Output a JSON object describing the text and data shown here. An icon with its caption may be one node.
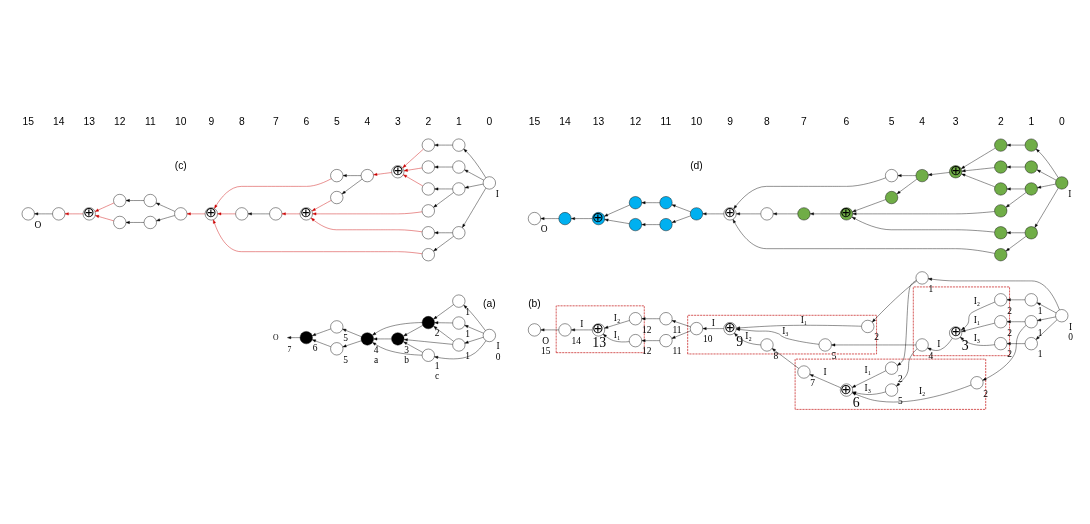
{
  "diagram": {
    "nodes": [
      {
        "text": [],
        "shape": "circle",
        "beside": [
          "I",
          "0"
        ]
      },
      {
        "text": [],
        "shape": "circle",
        "beside": [
          "1",
          "c"
        ]
      },
      {
        "text": [],
        "shape": "circle",
        "beside": [
          "1"
        ]
      },
      {
        "text": [],
        "shape": "circle",
        "beside": [
          "1"
        ]
      },
      {
        "text": [],
        "shape": "circle",
        "beside": [
          "1"
        ]
      },
      {
        "text": [],
        "shape": "circle",
        "beside": [
          "2"
        ]
      },
      {
        "text": [],
        "shape": "circle",
        "beside": [
          "3",
          "b"
        ]
      },
      {
        "text": [],
        "shape": "circle",
        "beside": [
          "4",
          "a"
        ]
      },
      {
        "text": [],
        "shape": "circle",
        "beside": [
          "5"
        ]
      },
      {
        "text": [],
        "shape": "circle",
        "beside": [
          "5"
        ]
      },
      {
        "text": [],
        "shape": "circle",
        "beside": [
          "6"
        ]
      },
      {
        "text": [
          "O"
        ],
        "beside": [
          "7"
        ]
      },
      {
        "text": [],
        "shape": "circle",
        "beside": [
          "I",
          "0"
        ]
      },
      {
        "text": [],
        "shape": "circle",
        "beside": [
          "1"
        ]
      },
      {
        "text": [],
        "shape": "circle",
        "beside": [
          "1"
        ]
      },
      {
        "text": [],
        "shape": "circle",
        "beside": [
          "1"
        ]
      },
      {
        "text": [],
        "shape": "circle",
        "beside": [
          "1"
        ]
      },
      {
        "text": [],
        "shape": "box"
      },
      {
        "text": [],
        "shape": "circle",
        "beside": [
          "2"
        ],
        "in": 17
      },
      {
        "text": [
          "⊕"
        ],
        "beside": [
          "9"
        ],
        "in": 17
      },
      {
        "text": [],
        "shape": "circle",
        "beside": [
          "8"
        ],
        "in": 17
      },
      {
        "text": [],
        "shape": "circle",
        "beside": [
          "5"
        ],
        "in": 17
      },
      {
        "text": [],
        "shape": "circle",
        "beside": [
          "10"
        ],
        "in": 17
      },
      {
        "text": [],
        "shape": "box"
      },
      {
        "text": [],
        "shape": "circle",
        "beside": [
          "7"
        ],
        "in": 23
      },
      {
        "text": [
          "⊕"
        ],
        "beside": [
          "6"
        ],
        "in": 23
      },
      {
        "text": [],
        "shape": "circle",
        "beside": [
          "2"
        ],
        "in": 23
      },
      {
        "text": [],
        "shape": "circle",
        "beside": [
          "5"
        ],
        "in": 23
      },
      {
        "text": [],
        "shape": "circle",
        "beside": [
          "2"
        ],
        "in": 23
      },
      {
        "text": [],
        "shape": "box"
      },
      {
        "text": [],
        "shape": "circle",
        "beside": [
          "4"
        ],
        "in": 29
      },
      {
        "text": [
          "⊕"
        ],
        "beside": [
          "3"
        ],
        "in": 29
      },
      {
        "text": [],
        "shape": "circle",
        "beside": [
          "2"
        ],
        "in": 29
      },
      {
        "text": [],
        "shape": "circle",
        "beside": [
          "2"
        ],
        "in": 29
      },
      {
        "text": [],
        "shape": "circle",
        "beside": [
          "2"
        ],
        "in": 29
      },
      {
        "text": [],
        "shape": "circle",
        "beside": [
          "11"
        ]
      },
      {
        "text": [],
        "shape": "circle",
        "beside": [
          "11"
        ]
      },
      {
        "text": [],
        "shape": "box"
      },
      {
        "text": [],
        "shape": "circle",
        "beside": [
          "12"
        ],
        "in": 37
      },
      {
        "text": [],
        "shape": "circle",
        "beside": [
          "12"
        ],
        "in": 37
      },
      {
        "text": [
          "⊕"
        ],
        "beside": [
          "13"
        ],
        "in": 37
      },
      {
        "text": [],
        "shape": "circle",
        "beside": [
          "14"
        ],
        "in": 37
      },
      {
        "text": [],
        "shape": "circle",
        "beside": [
          "O",
          "15"
        ]
      },
      {
        "text": [],
        "shape": "circle",
        "beside": [
          "I"
        ]
      },
      {
        "text": [],
        "shape": "circle"
      },
      {
        "text": [],
        "shape": "circle"
      },
      {
        "text": [],
        "shape": "circle"
      },
      {
        "text": [],
        "shape": "circle"
      },
      {
        "text": [],
        "shape": "circle"
      },
      {
        "text": [],
        "shape": "circle"
      },
      {
        "text": [],
        "shape": "circle"
      },
      {
        "text": [],
        "shape": "circle"
      },
      {
        "text": [],
        "shape": "circle"
      },
      {
        "text": [],
        "shape": "circle"
      },
      {
        "text": [
          "⊕"
        ]
      },
      {
        "text": [],
        "shape": "circle"
      },
      {
        "text": [],
        "shape": "circle"
      },
      {
        "text": [],
        "shape": "circle"
      },
      {
        "text": [
          "⊕"
        ]
      },
      {
        "text": [],
        "shape": "circle"
      },
      {
        "text": [],
        "shape": "circle"
      },
      {
        "text": [
          "⊕"
        ]
      },
      {
        "text": [],
        "shape": "circle"
      },
      {
        "text": [],
        "shape": "circle"
      },
      {
        "text": [],
        "shape": "circle"
      },
      {
        "text": [],
        "shape": "circle"
      },
      {
        "text": [],
        "shape": "circle"
      },
      {
        "text": [
          "⊕"
        ]
      },
      {
        "text": [],
        "shape": "circle"
      },
      {
        "text": [],
        "shape": "circle",
        "beside": [
          "O"
        ]
      },
      {
        "text": [],
        "shape": "circle",
        "beside": [
          "I"
        ]
      },
      {
        "text": [],
        "shape": "circle"
      },
      {
        "text": [],
        "shape": "circle"
      },
      {
        "text": [],
        "shape": "circle"
      },
      {
        "text": [],
        "shape": "circle"
      },
      {
        "text": [],
        "shape": "circle"
      },
      {
        "text": [],
        "shape": "circle"
      },
      {
        "text": [],
        "shape": "circle"
      },
      {
        "text": [],
        "shape": "circle"
      },
      {
        "text": [],
        "shape": "circle"
      },
      {
        "text": [],
        "shape": "circle"
      },
      {
        "text": [
          "⊕"
        ]
      },
      {
        "text": [],
        "shape": "circle"
      },
      {
        "text": [],
        "shape": "circle"
      },
      {
        "text": [],
        "shape": "circle"
      },
      {
        "text": [
          "⊕"
        ]
      },
      {
        "text": [],
        "shape": "circle"
      },
      {
        "text": [],
        "shape": "circle"
      },
      {
        "text": [
          "⊕"
        ]
      },
      {
        "text": [],
        "shape": "circle"
      },
      {
        "text": [],
        "shape": "circle"
      },
      {
        "text": [],
        "shape": "circle"
      },
      {
        "text": [],
        "shape": "circle"
      },
      {
        "text": [],
        "shape": "circle"
      },
      {
        "text": [
          "⊕"
        ]
      },
      {
        "text": [],
        "shape": "circle"
      },
      {
        "text": [],
        "shape": "circle",
        "beside": [
          "O"
        ]
      }
    ],
    "edges": [
      {
        "from": 0,
        "to": 1,
        "arrow": "to"
      },
      {
        "from": 0,
        "to": 2,
        "arrow": "to"
      },
      {
        "from": 0,
        "to": 3,
        "arrow": "to"
      },
      {
        "from": 0,
        "to": 4,
        "arrow": "to"
      },
      {
        "from": 1,
        "to": 6,
        "arrow": "to"
      },
      {
        "from": 1,
        "to": 7,
        "arrow": "to"
      },
      {
        "from": 2,
        "to": 6,
        "arrow": "to"
      },
      {
        "from": 2,
        "to": 5,
        "arrow": "to"
      },
      {
        "from": 3,
        "to": 5,
        "arrow": "to"
      },
      {
        "from": 4,
        "to": 5,
        "arrow": "to"
      },
      {
        "from": 5,
        "to": 6,
        "arrow": "to"
      },
      {
        "from": 5,
        "to": 7,
        "arrow": "to"
      },
      {
        "from": 6,
        "to": 7,
        "arrow": "to"
      },
      {
        "from": 7,
        "to": 8,
        "arrow": "to"
      },
      {
        "from": 7,
        "to": 9,
        "arrow": "to"
      },
      {
        "from": 8,
        "to": 10,
        "arrow": "to"
      },
      {
        "from": 9,
        "to": 10,
        "arrow": "to"
      },
      {
        "from": 10,
        "to": 11,
        "arrow": "to"
      },
      {
        "from": 12,
        "to": 13,
        "arrow": "to"
      },
      {
        "from": 12,
        "to": 14,
        "arrow": "to"
      },
      {
        "from": 12,
        "to": 15,
        "arrow": "to"
      },
      {
        "from": 12,
        "to": 16,
        "arrow": "to"
      },
      {
        "from": 13,
        "to": 18,
        "arrow": "to"
      },
      {
        "from": 13,
        "to": 26,
        "arrow": "to"
      },
      {
        "from": 14,
        "to": 28,
        "arrow": "to"
      },
      {
        "from": 14,
        "to": 32,
        "arrow": "to"
      },
      {
        "from": 15,
        "to": 33,
        "arrow": "to"
      },
      {
        "from": 16,
        "to": 34,
        "arrow": "to"
      },
      {
        "from": 18,
        "to": 19,
        "arrow": "to",
        "label": "I₁"
      },
      {
        "from": 20,
        "to": 19,
        "arrow": "to",
        "label": "I₂"
      },
      {
        "from": 21,
        "to": 19,
        "arrow": "to",
        "label": "I₃"
      },
      {
        "from": 19,
        "to": 22,
        "arrow": "to",
        "label": "I"
      },
      {
        "from": 26,
        "to": 25,
        "arrow": "to",
        "label": "I₁"
      },
      {
        "from": 28,
        "to": 25,
        "arrow": "to",
        "label": "I₂"
      },
      {
        "from": 27,
        "to": 25,
        "arrow": "to",
        "label": "I₃"
      },
      {
        "from": 25,
        "to": 24,
        "arrow": "to",
        "label": "I"
      },
      {
        "from": 24,
        "to": 20,
        "arrow": "to"
      },
      {
        "from": 32,
        "to": 31,
        "arrow": "to",
        "label": "I₁"
      },
      {
        "from": 33,
        "to": 31,
        "arrow": "to",
        "label": "I₂"
      },
      {
        "from": 34,
        "to": 31,
        "arrow": "to",
        "label": "I₃"
      },
      {
        "from": 31,
        "to": 30,
        "arrow": "to",
        "label": "I"
      },
      {
        "from": 30,
        "to": 27,
        "arrow": "to"
      },
      {
        "from": 30,
        "to": 21,
        "arrow": "to"
      },
      {
        "from": 22,
        "to": 35,
        "arrow": "to"
      },
      {
        "from": 22,
        "to": 36,
        "arrow": "to"
      },
      {
        "from": 35,
        "to": 38,
        "arrow": "to"
      },
      {
        "from": 36,
        "to": 39,
        "arrow": "to"
      },
      {
        "from": 38,
        "to": 40,
        "arrow": "to",
        "label": "I₁"
      },
      {
        "from": 39,
        "to": 40,
        "arrow": "to",
        "label": "I₂"
      },
      {
        "from": 40,
        "to": 41,
        "arrow": "to",
        "label": "I"
      },
      {
        "from": 41,
        "to": 42,
        "arrow": "to"
      },
      {
        "from": 43,
        "to": 44,
        "arrow": "to"
      },
      {
        "from": 43,
        "to": 45,
        "arrow": "to"
      },
      {
        "from": 43,
        "to": 46,
        "arrow": "to"
      },
      {
        "from": 43,
        "to": 47,
        "arrow": "to"
      },
      {
        "from": 44,
        "to": 48,
        "arrow": "to"
      },
      {
        "from": 44,
        "to": 49,
        "arrow": "to"
      },
      {
        "from": 45,
        "to": 50,
        "arrow": "to"
      },
      {
        "from": 45,
        "to": 51,
        "arrow": "to"
      },
      {
        "from": 46,
        "to": 52,
        "arrow": "to"
      },
      {
        "from": 47,
        "to": 53,
        "arrow": "to"
      },
      {
        "from": 48,
        "to": 61,
        "arrow": "to",
        "color": "#cc0000"
      },
      {
        "from": 49,
        "to": 58,
        "arrow": "to",
        "color": "#cc0000"
      },
      {
        "from": 50,
        "to": 58,
        "arrow": "to",
        "color": "#cc0000"
      },
      {
        "from": 51,
        "to": 54,
        "arrow": "to",
        "color": "#cc0000"
      },
      {
        "from": 52,
        "to": 54,
        "arrow": "to",
        "color": "#cc0000"
      },
      {
        "from": 53,
        "to": 54,
        "arrow": "to",
        "color": "#cc0000"
      },
      {
        "from": 54,
        "to": 55,
        "arrow": "to",
        "color": "#cc0000"
      },
      {
        "from": 55,
        "to": 56,
        "arrow": "to"
      },
      {
        "from": 55,
        "to": 57,
        "arrow": "to"
      },
      {
        "from": 56,
        "to": 58,
        "arrow": "to",
        "color": "#cc0000"
      },
      {
        "from": 58,
        "to": 59,
        "arrow": "to",
        "color": "#cc0000"
      },
      {
        "from": 59,
        "to": 60,
        "arrow": "to"
      },
      {
        "from": 60,
        "to": 61,
        "arrow": "to",
        "color": "#cc0000"
      },
      {
        "from": 57,
        "to": 61,
        "arrow": "to",
        "color": "#cc0000"
      },
      {
        "from": 61,
        "to": 62,
        "arrow": "to",
        "color": "#cc0000"
      },
      {
        "from": 62,
        "to": 63,
        "arrow": "to"
      },
      {
        "from": 62,
        "to": 64,
        "arrow": "to"
      },
      {
        "from": 63,
        "to": 65,
        "arrow": "to"
      },
      {
        "from": 64,
        "to": 66,
        "arrow": "to"
      },
      {
        "from": 65,
        "to": 67,
        "arrow": "to",
        "color": "#cc0000"
      },
      {
        "from": 66,
        "to": 67,
        "arrow": "to",
        "color": "#cc0000"
      },
      {
        "from": 67,
        "to": 68,
        "arrow": "to",
        "color": "#cc0000"
      },
      {
        "from": 68,
        "to": 69,
        "arrow": "to"
      },
      {
        "from": 70,
        "to": 71,
        "arrow": "to"
      },
      {
        "from": 70,
        "to": 72,
        "arrow": "to"
      },
      {
        "from": 70,
        "to": 73,
        "arrow": "to"
      },
      {
        "from": 70,
        "to": 74,
        "arrow": "to"
      },
      {
        "from": 71,
        "to": 75,
        "arrow": "to"
      },
      {
        "from": 71,
        "to": 76,
        "arrow": "to"
      },
      {
        "from": 72,
        "to": 77,
        "arrow": "to"
      },
      {
        "from": 72,
        "to": 78,
        "arrow": "to"
      },
      {
        "from": 73,
        "to": 79,
        "arrow": "to"
      },
      {
        "from": 74,
        "to": 80,
        "arrow": "to"
      },
      {
        "from": 75,
        "to": 88,
        "arrow": "to"
      },
      {
        "from": 76,
        "to": 85,
        "arrow": "to"
      },
      {
        "from": 77,
        "to": 85,
        "arrow": "to"
      },
      {
        "from": 78,
        "to": 81,
        "arrow": "to"
      },
      {
        "from": 79,
        "to": 81,
        "arrow": "to"
      },
      {
        "from": 80,
        "to": 81,
        "arrow": "to"
      },
      {
        "from": 81,
        "to": 82,
        "arrow": "to"
      },
      {
        "from": 82,
        "to": 83,
        "arrow": "to"
      },
      {
        "from": 82,
        "to": 84,
        "arrow": "to"
      },
      {
        "from": 83,
        "to": 85,
        "arrow": "to"
      },
      {
        "from": 85,
        "to": 86,
        "arrow": "to"
      },
      {
        "from": 86,
        "to": 87,
        "arrow": "to"
      },
      {
        "from": 87,
        "to": 88,
        "arrow": "to"
      },
      {
        "from": 84,
        "to": 88,
        "arrow": "to"
      },
      {
        "from": 88,
        "to": 89,
        "arrow": "to"
      },
      {
        "from": 89,
        "to": 90,
        "arrow": "to"
      },
      {
        "from": 89,
        "to": 91,
        "arrow": "to"
      },
      {
        "from": 90,
        "to": 92,
        "arrow": "to"
      },
      {
        "from": 91,
        "to": 93,
        "arrow": "to"
      },
      {
        "from": 92,
        "to": 94,
        "arrow": "to"
      },
      {
        "from": 93,
        "to": 94,
        "arrow": "to"
      },
      {
        "from": 94,
        "to": 95,
        "arrow": "to"
      },
      {
        "from": 95,
        "to": 96,
        "arrow": "to"
      }
    ],
    "labels": [
      "(a)",
      "(b)",
      "15",
      "14",
      "13",
      "12",
      "11",
      "10",
      "9",
      "8",
      "7",
      "6",
      "5",
      "4",
      "3",
      "2",
      "1",
      "0",
      "15",
      "14",
      "13",
      "12",
      "11",
      "10",
      "9",
      "8",
      "7",
      "6",
      "5",
      "4",
      "3",
      "2",
      "1",
      "0",
      "(c)",
      "(d)"
    ]
  }
}
